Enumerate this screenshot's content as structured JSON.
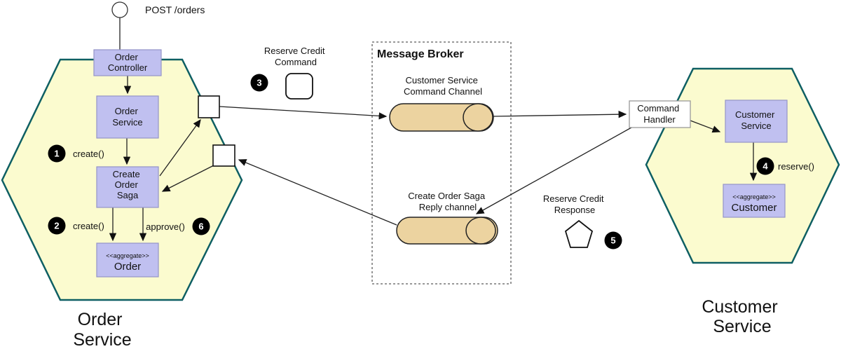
{
  "actor": {
    "label": "POST /orders"
  },
  "steps": {
    "s1": {
      "num": "1",
      "label": "create()"
    },
    "s2": {
      "num": "2",
      "label": "create()"
    },
    "s3": {
      "num": "3"
    },
    "s4": {
      "num": "4",
      "label": "reserve()"
    },
    "s5": {
      "num": "5"
    },
    "s6": {
      "num": "6",
      "label": "approve()"
    }
  },
  "order_service": {
    "title": [
      "Order",
      "Service"
    ],
    "controller": [
      "Order",
      "Controller"
    ],
    "service": [
      "Order",
      "Service"
    ],
    "saga": [
      "Create",
      "Order",
      "Saga"
    ],
    "aggregate": {
      "stereotype": "<<aggregate>>",
      "name": "Order"
    }
  },
  "message_broker": {
    "title": "Message Broker",
    "command_channel": [
      "Customer Service",
      "Command Channel"
    ],
    "reply_channel": [
      "Create Order Saga",
      "Reply channel"
    ]
  },
  "messages": {
    "command": [
      "Reserve Credit",
      "Command"
    ],
    "response": [
      "Reserve Credit",
      "Response"
    ]
  },
  "customer_service": {
    "title": [
      "Customer",
      "Service"
    ],
    "command_handler": [
      "Command",
      "Handler"
    ],
    "service": [
      "Customer",
      "Service"
    ],
    "aggregate": {
      "stereotype": "<<aggregate>>",
      "name": "Customer"
    }
  },
  "colors": {
    "hexagon_fill": "#fbfbcf",
    "hexagon_border": "#0e5f63",
    "component_fill": "#c0c0f0",
    "component_border": "#9494c8",
    "channel_fill": "#ecd3a0",
    "step_badge": "#000000"
  }
}
